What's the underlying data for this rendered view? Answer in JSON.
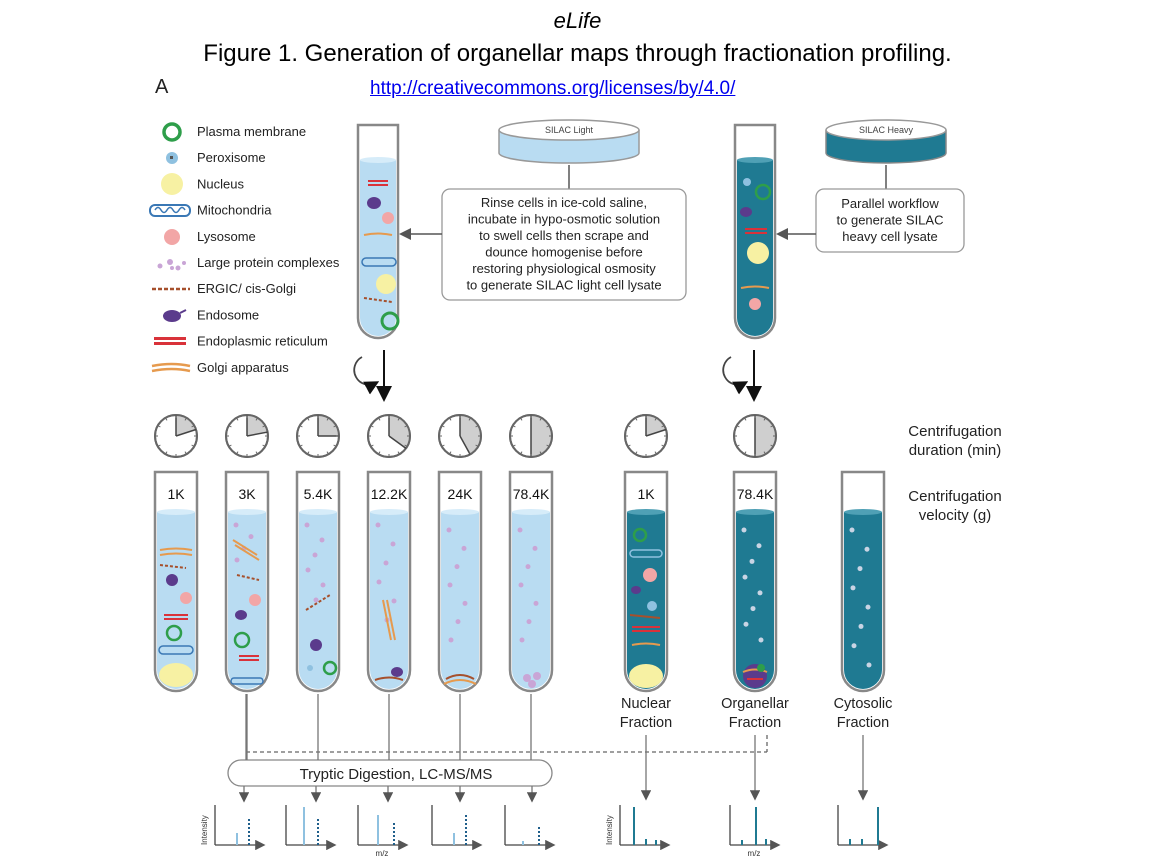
{
  "header": {
    "journal": "eLife",
    "title": "Figure 1. Generation of organellar maps through fractionation profiling.",
    "license_url": "http://creativecommons.org/licenses/by/4.0/",
    "panel_label": "A"
  },
  "legend": [
    {
      "label": "Plasma membrane",
      "icon": "plasma-membrane-icon"
    },
    {
      "label": "Peroxisome",
      "icon": "peroxisome-icon"
    },
    {
      "label": "Nucleus",
      "icon": "nucleus-icon"
    },
    {
      "label": "Mitochondria",
      "icon": "mitochondria-icon"
    },
    {
      "label": "Lysosome",
      "icon": "lysosome-icon"
    },
    {
      "label": "Large protein complexes",
      "icon": "protein-complex-icon"
    },
    {
      "label": "ERGIC/ cis-Golgi",
      "icon": "ergic-icon"
    },
    {
      "label": "Endosome",
      "icon": "endosome-icon"
    },
    {
      "label": "Endoplasmic reticulum",
      "icon": "er-icon"
    },
    {
      "label": "Golgi apparatus",
      "icon": "golgi-icon"
    }
  ],
  "dishes": {
    "light": "SILAC Light",
    "heavy": "SILAC Heavy"
  },
  "boxes": {
    "light_lines": [
      "Rinse cells in ice-cold saline,",
      "incubate in hypo-osmotic solution",
      "to swell cells then scrape and",
      "dounce homogenise before",
      "restoring physiological osmosity",
      "to generate SILAC light cell lysate"
    ],
    "heavy_lines": [
      "Parallel workflow",
      "to generate SILAC",
      "heavy cell lysate"
    ]
  },
  "side_labels": {
    "duration_lines": [
      "Centrifugation",
      "duration (min)"
    ],
    "velocity_lines": [
      "Centrifugation",
      "velocity (g)"
    ]
  },
  "light_tubes": [
    {
      "velocity": "1K",
      "clock_fraction": 0.2
    },
    {
      "velocity": "3K",
      "clock_fraction": 0.22
    },
    {
      "velocity": "5.4K",
      "clock_fraction": 0.25
    },
    {
      "velocity": "12.2K",
      "clock_fraction": 0.35
    },
    {
      "velocity": "24K",
      "clock_fraction": 0.42
    },
    {
      "velocity": "78.4K",
      "clock_fraction": 0.5
    }
  ],
  "heavy_tubes": [
    {
      "velocity": "1K",
      "clock_fraction": 0.2,
      "label_lines": [
        "Nuclear",
        "Fraction"
      ]
    },
    {
      "velocity": "78.4K",
      "clock_fraction": 0.5,
      "label_lines": [
        "Organellar",
        "Fraction"
      ]
    },
    {
      "velocity": "",
      "clock_fraction": 0,
      "label_lines": [
        "Cytosolic",
        "Fraction"
      ]
    }
  ],
  "digestion_label": "Tryptic Digestion, LC-MS/MS",
  "spectra_axes": {
    "y": "Intensity",
    "x": "m/z"
  },
  "colors": {
    "light_fill": "#b9dcf2",
    "heavy_fill": "#1f7a92",
    "plasma_membrane": "#2e9e4a",
    "nucleus": "#f7f1a3",
    "lysosome": "#f2a6a6",
    "endosome": "#5b3b8c",
    "er": "#d9323a",
    "golgi": "#e69a4e",
    "ergic": "#a6502c",
    "mitochondria": "#3a78b5",
    "protein": "#c9a5d6"
  }
}
